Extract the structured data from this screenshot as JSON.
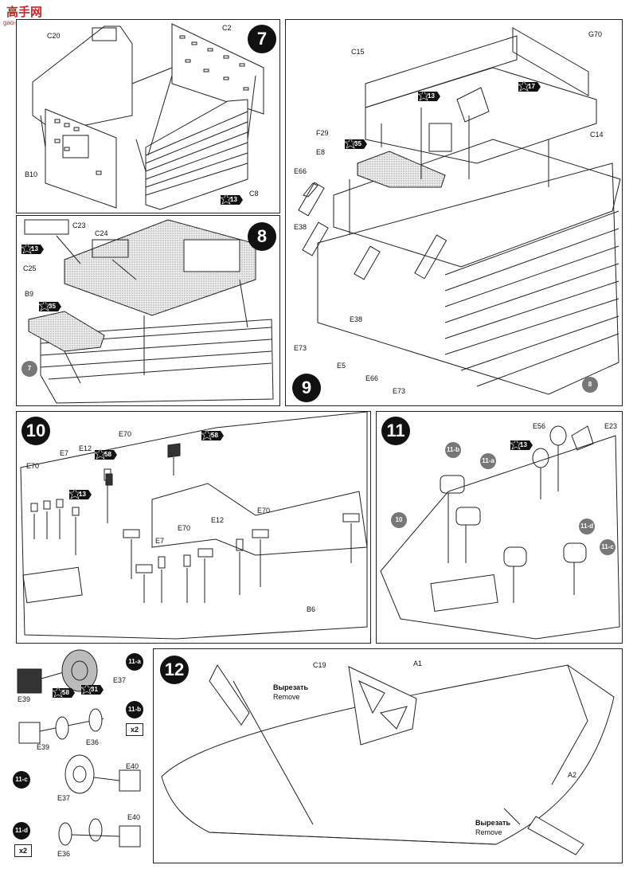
{
  "watermark": {
    "logo_text": "高手网",
    "url": "gao-shou.com"
  },
  "steps": {
    "s7": {
      "number": "7",
      "labels": {
        "c20": "C20",
        "c2": "C2",
        "b10": "B10",
        "c8": "C8"
      },
      "star": "13"
    },
    "s8": {
      "number": "8",
      "labels": {
        "c23": "C23",
        "c24": "C24",
        "c25": "C25",
        "b9": "B9"
      },
      "star13": "13",
      "star35": "35",
      "ref": "7"
    },
    "s9": {
      "number": "9",
      "labels": {
        "c15": "C15",
        "g70": "G70",
        "c14": "C14",
        "f29": "F29",
        "e8": "E8",
        "e66a": "E66",
        "e38a": "E38",
        "e73a": "E73",
        "e5": "E5",
        "e38b": "E38",
        "e66b": "E66",
        "e73b": "E73"
      },
      "star13": "13",
      "star17": "17",
      "star35": "35",
      "ref": "8"
    },
    "s10": {
      "number": "10",
      "labels": {
        "e70a": "E70",
        "e7a": "E7",
        "e12a": "E12",
        "e70b": "E70",
        "e70c": "E70",
        "e70d": "E70",
        "e12b": "E12",
        "e7b": "E7",
        "b6": "B6"
      },
      "star58a": "58",
      "star58b": "58",
      "star13": "13"
    },
    "s11": {
      "number": "11",
      "labels": {
        "e56": "E56",
        "e23": "E23"
      },
      "star13": "13",
      "ref": "10",
      "subs": {
        "b": "11-b",
        "a": "11-a",
        "d": "11-d",
        "c": "11-c"
      }
    },
    "s12": {
      "number": "12",
      "labels": {
        "c19": "C19",
        "a1": "A1",
        "a2": "A2"
      },
      "cut_ru": "Вырезать",
      "cut_en": "Remove"
    }
  },
  "subassemblies": {
    "a": {
      "tag": "11-a",
      "e37": "E37",
      "e39": "E39",
      "star58": "58",
      "star31": "31"
    },
    "b": {
      "tag": "11-b",
      "mult": "x2",
      "e39": "E39",
      "e36": "E36"
    },
    "c": {
      "tag": "11-c",
      "e40": "E40",
      "e37": "E37"
    },
    "d": {
      "tag": "11-d",
      "mult": "x2",
      "e40": "E40",
      "e36": "E36"
    }
  }
}
